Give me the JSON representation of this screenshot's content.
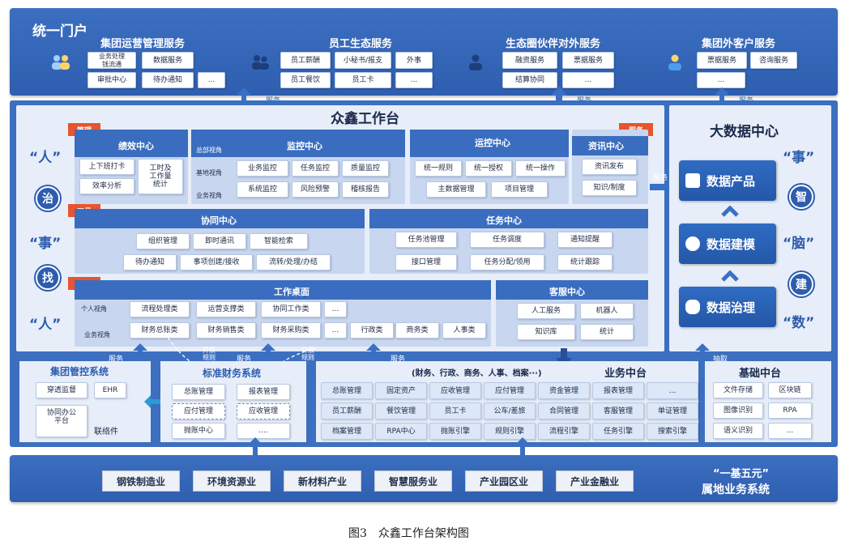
{
  "portal": {
    "title": "统一门户",
    "groups": [
      {
        "title": "集团运营管理服务",
        "items": [
          "业务处理\n钱流通",
          "数据服务",
          "审批中心",
          "待办通知",
          "..."
        ]
      },
      {
        "title": "员工生态服务",
        "items": [
          "员工薪酬",
          "小秘书/报支",
          "外事",
          "员工餐饮",
          "员工卡",
          "..."
        ]
      },
      {
        "title": "生态圈伙伴对外服务",
        "items": [
          "融资服务",
          "票据服务",
          "结算协同",
          "..."
        ]
      },
      {
        "title": "集团外客户服务",
        "items": [
          "票据服务",
          "咨询服务",
          "..."
        ]
      }
    ]
  },
  "arrows": {
    "service": "服务",
    "service2": "服务",
    "service3": "服务",
    "service4": "服务",
    "service5": "服务",
    "service6": "服务",
    "sync": "抽取",
    "dianwen": "电文/服务",
    "fuwu_bottom": "服务",
    "kaipiao1": "开票\n规则",
    "kaipiao2": "开票\n规则"
  },
  "workbench": {
    "title": "众鑫工作台",
    "tags": {
      "manage": "管理",
      "tool": "工具",
      "biz": "业务",
      "service": "服务"
    },
    "side": {
      "ren": "“人”",
      "zhi": "治",
      "shi": "“事”",
      "zhao": "找",
      "ren2": "“人”"
    },
    "perf": {
      "title": "绩效中心",
      "items": [
        "上下班打卡",
        "工时及\n工作量\n统计",
        "效率分析"
      ]
    },
    "monitor": {
      "title": "监控中心",
      "views": [
        "总部视角",
        "基地视角",
        "业务视角"
      ],
      "items": [
        "业务监控",
        "任务监控",
        "质量监控",
        "系统监控",
        "风险预警",
        "稽核报告"
      ]
    },
    "ops": {
      "title": "运控中心",
      "items": [
        "统一规则",
        "统一授权",
        "统一操作",
        "主数据管理",
        "项目管理"
      ]
    },
    "info": {
      "title": "资讯中心",
      "items": [
        "资讯发布",
        "知识/制度"
      ]
    },
    "collab": {
      "title": "协同中心",
      "items": [
        "组织管理",
        "即时通讯",
        "智能检索",
        "待办通知",
        "事项创建/接收",
        "流转/处理/办结"
      ]
    },
    "task": {
      "title": "任务中心",
      "items": [
        "任务池管理",
        "任务调度",
        "通知提醒",
        "接口管理",
        "任务分配/领用",
        "统计跟踪"
      ]
    },
    "desk": {
      "title": "工作桌面",
      "views": [
        "个人视角",
        "业务视角"
      ],
      "items": [
        "流程处理类",
        "运营支撑类",
        "协同工作类",
        "...",
        "财务总账类",
        "财务销售类",
        "财务采购类",
        "...",
        "行政类",
        "商务类",
        "人事类"
      ]
    },
    "cs": {
      "title": "客服中心",
      "items": [
        "人工服务",
        "机器人",
        "知识库",
        "统计"
      ]
    }
  },
  "bigdata": {
    "title": "大数据中心",
    "boxes": [
      "数据产品",
      "数据建模",
      "数据治理"
    ],
    "side": {
      "shi": "“事”",
      "zhi": "智",
      "nao": "“脑”",
      "jian": "建",
      "shu": "“数”"
    }
  },
  "bottom": {
    "group": {
      "title": "集团管控系统",
      "items": [
        "穿透监督",
        "EHR",
        "协同办公\n平台",
        "联络件"
      ]
    },
    "finance": {
      "title": "标准财务系统",
      "items": [
        "总账管理",
        "报表管理",
        "应付管理",
        "应收管理",
        "抛账中心",
        "...."
      ]
    },
    "mid": {
      "title": "业务中台",
      "subtitle": "(财务、行政、商务、人事、档案···)",
      "items": [
        "总账管理",
        "固定资产",
        "应收管理",
        "应付管理",
        "资金管理",
        "报表管理",
        "...",
        "员工薪酬",
        "餐饮管理",
        "员工卡",
        "公车/差旅",
        "合同管理",
        "客服管理",
        "单证管理",
        "档案管理",
        "RPA中心",
        "抛账引擎",
        "规则引擎",
        "流程引擎",
        "任务引擎",
        "搜索引擎"
      ]
    },
    "base": {
      "title": "基础中台",
      "items": [
        "文件存储",
        "区块链",
        "图像识别",
        "RPA",
        "语义识别",
        "..."
      ]
    }
  },
  "industry": {
    "items": [
      "钢铁制造业",
      "环境资源业",
      "新材料产业",
      "智慧服务业",
      "产业园区业",
      "产业金融业"
    ],
    "right1": "“一基五元”",
    "right2": "属地业务系统"
  },
  "caption": "图3　众鑫工作台架构图"
}
